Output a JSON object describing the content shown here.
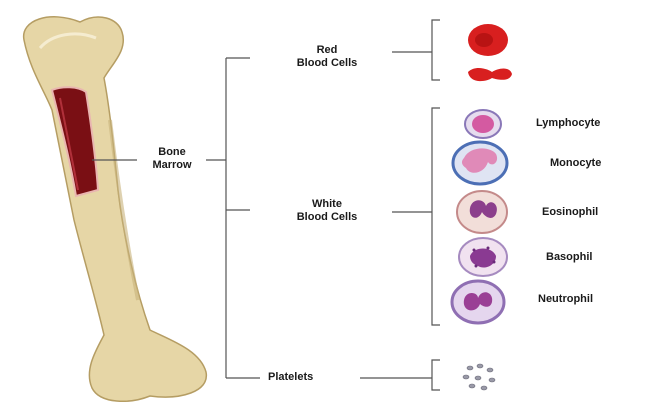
{
  "labels": {
    "bone_marrow": [
      "Bone",
      "Marrow"
    ],
    "red_blood_cells": [
      "Red",
      "Blood Cells"
    ],
    "white_blood_cells": [
      "White",
      "Blood Cells"
    ],
    "platelets": "Platelets"
  },
  "white_cell_types": [
    "Lymphocyte",
    "Monocyte",
    "Eosinophil",
    "Basophil",
    "Neutrophil"
  ],
  "colors": {
    "bone": "#e6d6a6",
    "bone_shadow": "#c8b27c",
    "marrow": "#7a0f14",
    "red_cell": "#d81f1f",
    "line": "#555555",
    "cell_membrane": "#b9a8d6",
    "nucleus": "#c64a93"
  }
}
